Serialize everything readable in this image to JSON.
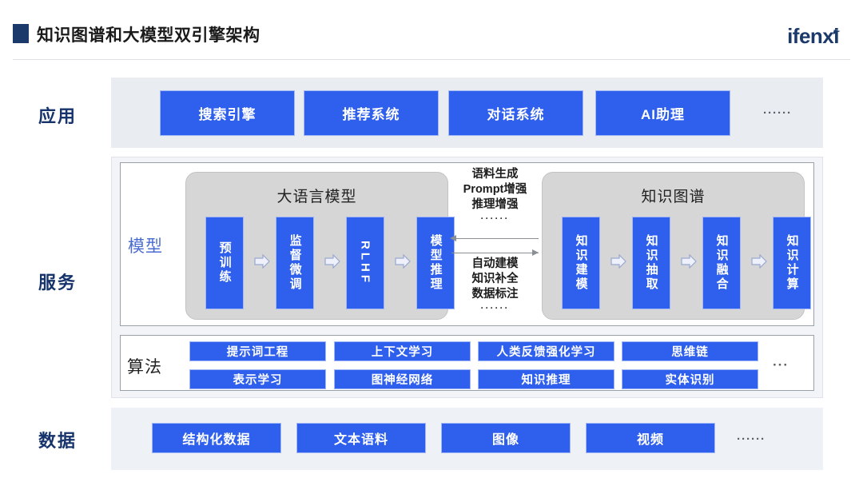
{
  "header": {
    "title": "知识图谱和大模型双引擎架构",
    "logo_text": "ifenx",
    "logo_suffix": "i",
    "marker_color": "#1b3a6b"
  },
  "colors": {
    "chip_blue": "#2f5fed",
    "tier_label_navy": "#16336b",
    "engine_group_gray": "#d6d6d6",
    "app_band_bg": "#e9ecf1",
    "service_band_bg": "#f2f4f7",
    "data_band_bg": "#eef1f5"
  },
  "tiers": [
    {
      "id": "application",
      "label": "应用"
    },
    {
      "id": "service",
      "label": "服务"
    },
    {
      "id": "data",
      "label": "数据"
    }
  ],
  "application": {
    "items": [
      {
        "label": "搜索引擎"
      },
      {
        "label": "推荐系统"
      },
      {
        "label": "对话系统"
      },
      {
        "label": "AI助理"
      }
    ],
    "ellipsis": "······"
  },
  "service": {
    "model_row_label": "模型",
    "engines": [
      {
        "id": "llm",
        "title": "大语言模型",
        "stages": [
          {
            "label": "预训练",
            "latin": false
          },
          {
            "label": "监督微调",
            "latin": false
          },
          {
            "label": "RLHF",
            "latin": true
          },
          {
            "label": "模型推理",
            "latin": false
          }
        ]
      },
      {
        "id": "kg",
        "title": "知识图谱",
        "stages": [
          {
            "label": "知识建模",
            "latin": false
          },
          {
            "label": "知识抽取",
            "latin": false
          },
          {
            "label": "知识融合",
            "latin": false
          },
          {
            "label": "知识计算",
            "latin": false
          }
        ]
      }
    ],
    "exchange": {
      "kg_to_llm": {
        "direction": "left",
        "lines": [
          "语料生成",
          "Prompt增强",
          "推理增强"
        ],
        "ellipsis": "······"
      },
      "llm_to_kg": {
        "direction": "right",
        "lines": [
          "自动建模",
          "知识补全",
          "数据标注"
        ],
        "ellipsis": "······"
      }
    },
    "algorithm": {
      "label": "算法",
      "columns": [
        {
          "top": "提示词工程",
          "bottom": "表示学习"
        },
        {
          "top": "上下文学习",
          "bottom": "图神经网络"
        },
        {
          "top": "人类反馈强化学习",
          "bottom": "知识推理"
        },
        {
          "top": "思维链",
          "bottom": "实体识别"
        }
      ],
      "ellipsis": "···"
    }
  },
  "data": {
    "items": [
      {
        "label": "结构化数据"
      },
      {
        "label": "文本语料"
      },
      {
        "label": "图像"
      },
      {
        "label": "视频"
      }
    ],
    "ellipsis": "······"
  }
}
